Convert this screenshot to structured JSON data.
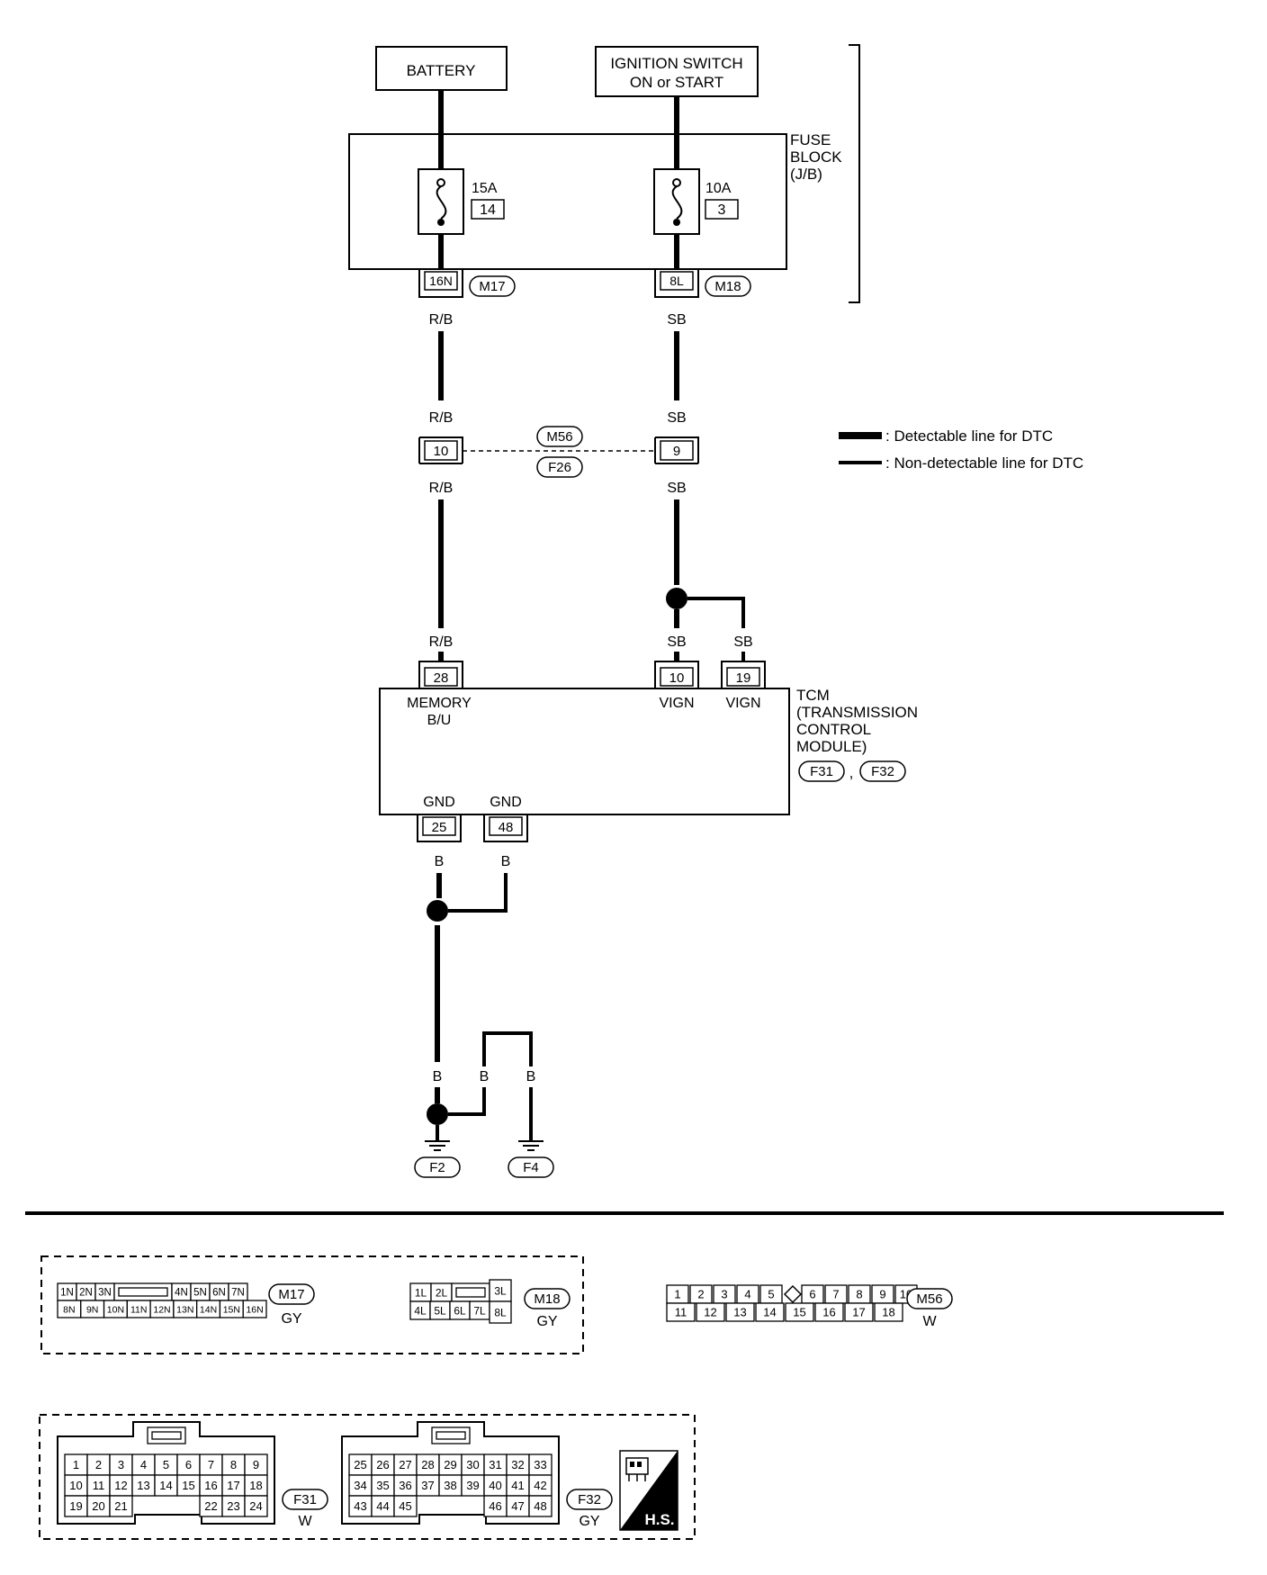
{
  "sources": {
    "battery": "BATTERY",
    "ignition_line1": "IGNITION SWITCH",
    "ignition_line2": "ON or START"
  },
  "fuse_block": {
    "label_line1": "FUSE",
    "label_line2": "BLOCK",
    "label_line3": "(J/B)",
    "fuse_left": {
      "rating": "15A",
      "number": "14"
    },
    "fuse_right": {
      "rating": "10A",
      "number": "3"
    },
    "term_left": "16N",
    "term_right": "8L",
    "conn_left": "M17",
    "conn_right": "M18"
  },
  "wires": {
    "rb": "R/B",
    "sb": "SB",
    "b": "B"
  },
  "inline_connector": {
    "left_pin": "10",
    "right_pin": "9",
    "conn_top": "M56",
    "conn_bottom": "F26"
  },
  "legend": {
    "detectable": ": Detectable line for DTC",
    "non_detectable": ": Non-detectable line for DTC"
  },
  "tcm": {
    "label_line1": "TCM",
    "label_line2": "(TRANSMISSION",
    "label_line3": "CONTROL",
    "label_line4": "MODULE)",
    "conn1": "F31",
    "conn_sep": ",",
    "conn2": "F32",
    "pins": {
      "memory": {
        "pin": "28",
        "name_line1": "MEMORY",
        "name_line2": "B/U"
      },
      "vign1": {
        "pin": "10",
        "name": "VIGN"
      },
      "vign2": {
        "pin": "19",
        "name": "VIGN"
      },
      "gnd1": {
        "pin": "25",
        "name": "GND"
      },
      "gnd2": {
        "pin": "48",
        "name": "GND"
      }
    }
  },
  "grounds": {
    "g1": "F2",
    "g2": "F4"
  },
  "connector_views": {
    "m17": {
      "id": "M17",
      "color": "GY",
      "row1": [
        "1N",
        "2N",
        "3N",
        "",
        "4N",
        "5N",
        "6N",
        "7N"
      ],
      "row2": [
        "8N",
        "9N",
        "10N",
        "11N",
        "12N",
        "13N",
        "14N",
        "15N",
        "16N"
      ]
    },
    "m18": {
      "id": "M18",
      "color": "GY",
      "row1": [
        "1L",
        "2L",
        ""
      ],
      "row2": [
        "4L",
        "5L",
        "6L",
        "7L"
      ],
      "side": [
        "3L",
        "8L"
      ]
    },
    "m56": {
      "id": "M56",
      "color": "W",
      "row1": [
        "1",
        "2",
        "3",
        "4",
        "5",
        "6",
        "7",
        "8",
        "9",
        "10"
      ],
      "row2": [
        "11",
        "12",
        "13",
        "14",
        "15",
        "16",
        "17",
        "18"
      ]
    },
    "f31": {
      "id": "F31",
      "color": "W",
      "row1": [
        "1",
        "2",
        "3",
        "4",
        "5",
        "6",
        "7",
        "8",
        "9"
      ],
      "row2": [
        "10",
        "11",
        "12",
        "13",
        "14",
        "15",
        "16",
        "17",
        "18"
      ],
      "row3a": [
        "19",
        "20",
        "21"
      ],
      "row3b": [
        "22",
        "23",
        "24"
      ]
    },
    "f32": {
      "id": "F32",
      "color": "GY",
      "row1": [
        "25",
        "26",
        "27",
        "28",
        "29",
        "30",
        "31",
        "32",
        "33"
      ],
      "row2": [
        "34",
        "35",
        "36",
        "37",
        "38",
        "39",
        "40",
        "41",
        "42"
      ],
      "row3a": [
        "43",
        "44",
        "45"
      ],
      "row3b": [
        "46",
        "47",
        "48"
      ]
    },
    "hs_badge": "H.S."
  }
}
